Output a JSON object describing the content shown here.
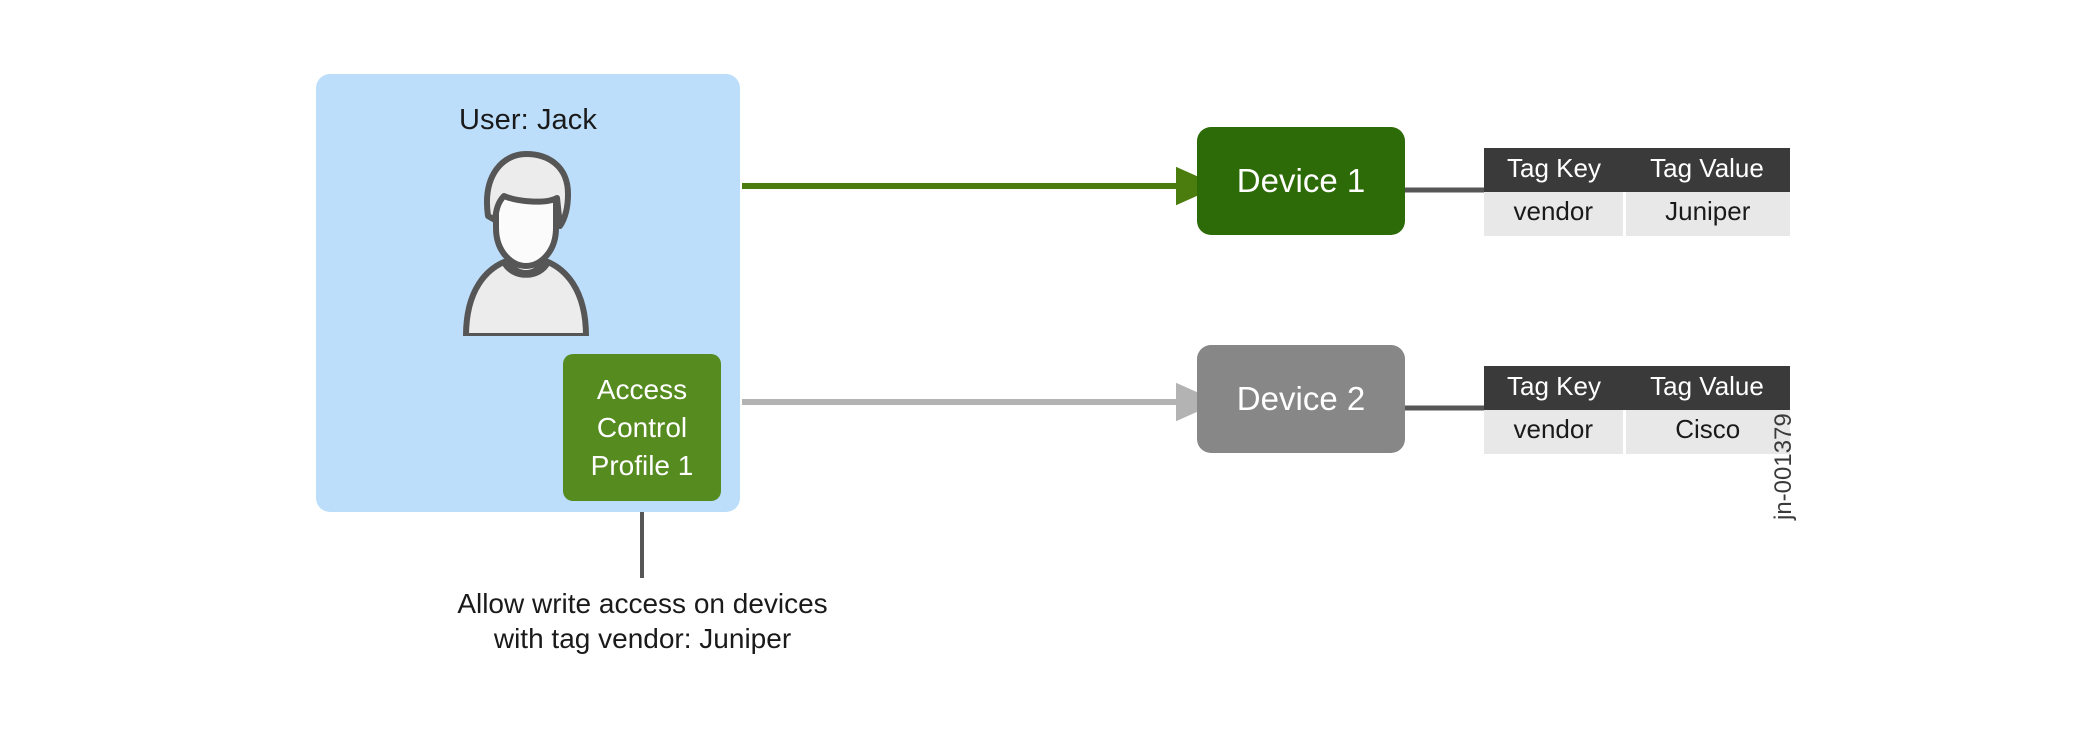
{
  "diagram": {
    "user_panel": {
      "user_label": "User: Jack",
      "avatar_icon": "user-avatar-icon",
      "panel_color": "#bcdefa"
    },
    "access_control_profile": {
      "lines": [
        "Access",
        "Control",
        "Profile 1"
      ],
      "color": "#558b1f"
    },
    "devices": [
      {
        "name": "Device 1",
        "color": "#2d6b08",
        "arrow": {
          "color": "#4a7d0e",
          "style": "solid-arrow",
          "direction": "right"
        },
        "tags": {
          "headers": [
            "Tag Key",
            "Tag Value"
          ],
          "rows": [
            [
              "vendor",
              "Juniper"
            ]
          ]
        }
      },
      {
        "name": "Device 2",
        "color": "#878787",
        "arrow": {
          "color": "#b3b3b3",
          "style": "solid-arrow",
          "direction": "right"
        },
        "tags": {
          "headers": [
            "Tag Key",
            "Tag Value"
          ],
          "rows": [
            [
              "vendor",
              "Cisco"
            ]
          ]
        }
      }
    ],
    "caption": {
      "line1": "Allow write access on devices",
      "line2": "with tag vendor: Juniper"
    },
    "watermark": "jn-001379"
  }
}
